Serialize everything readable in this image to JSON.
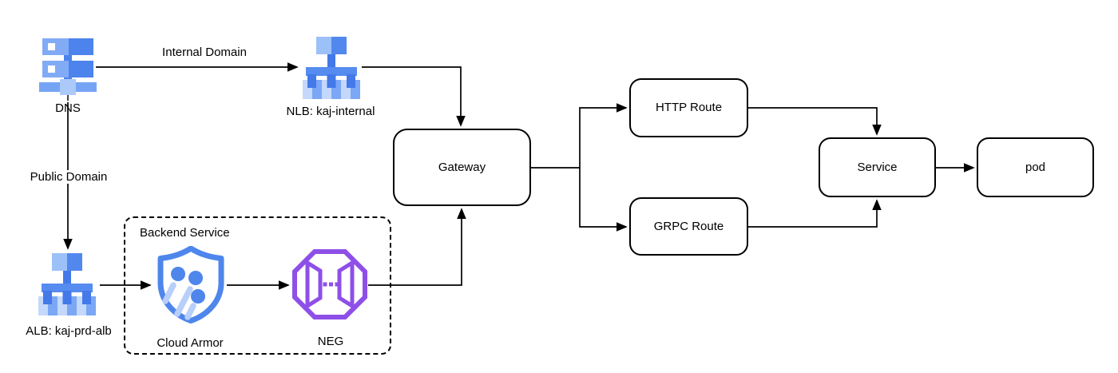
{
  "nodes": {
    "dns": {
      "label": "DNS"
    },
    "nlb": {
      "label": "NLB: kaj-internal"
    },
    "alb": {
      "label": "ALB: kaj-prd-alb"
    },
    "cloud_armor": {
      "label": "Cloud Armor"
    },
    "neg": {
      "label": "NEG"
    },
    "gateway": {
      "label": "Gateway"
    },
    "http_route": {
      "label": "HTTP Route"
    },
    "grpc_route": {
      "label": "GRPC Route"
    },
    "service": {
      "label": "Service"
    },
    "pod": {
      "label": "pod"
    }
  },
  "groups": {
    "backend_service": {
      "label": "Backend Service"
    }
  },
  "connections": [
    {
      "from": "DNS",
      "to": "NLB: kaj-internal",
      "label": "Internal Domain"
    },
    {
      "from": "DNS",
      "to": "ALB: kaj-prd-alb",
      "label": "Public Domain"
    },
    {
      "from": "ALB: kaj-prd-alb",
      "to": "Cloud Armor",
      "label": ""
    },
    {
      "from": "Cloud Armor",
      "to": "NEG",
      "label": ""
    },
    {
      "from": "NEG",
      "to": "Gateway",
      "label": ""
    },
    {
      "from": "NLB: kaj-internal",
      "to": "Gateway",
      "label": ""
    },
    {
      "from": "Gateway",
      "to": "HTTP Route",
      "label": ""
    },
    {
      "from": "Gateway",
      "to": "GRPC Route",
      "label": ""
    },
    {
      "from": "HTTP Route",
      "to": "Service",
      "label": ""
    },
    {
      "from": "GRPC Route",
      "to": "Service",
      "label": ""
    },
    {
      "from": "Service",
      "to": "pod",
      "label": ""
    }
  ],
  "colors": {
    "icon_blue": "#4E86EC",
    "icon_blue_light": "#B7CFFA",
    "icon_purple": "#8E4FE8",
    "line": "#000000",
    "canvas_background": "#FFFFFF"
  }
}
